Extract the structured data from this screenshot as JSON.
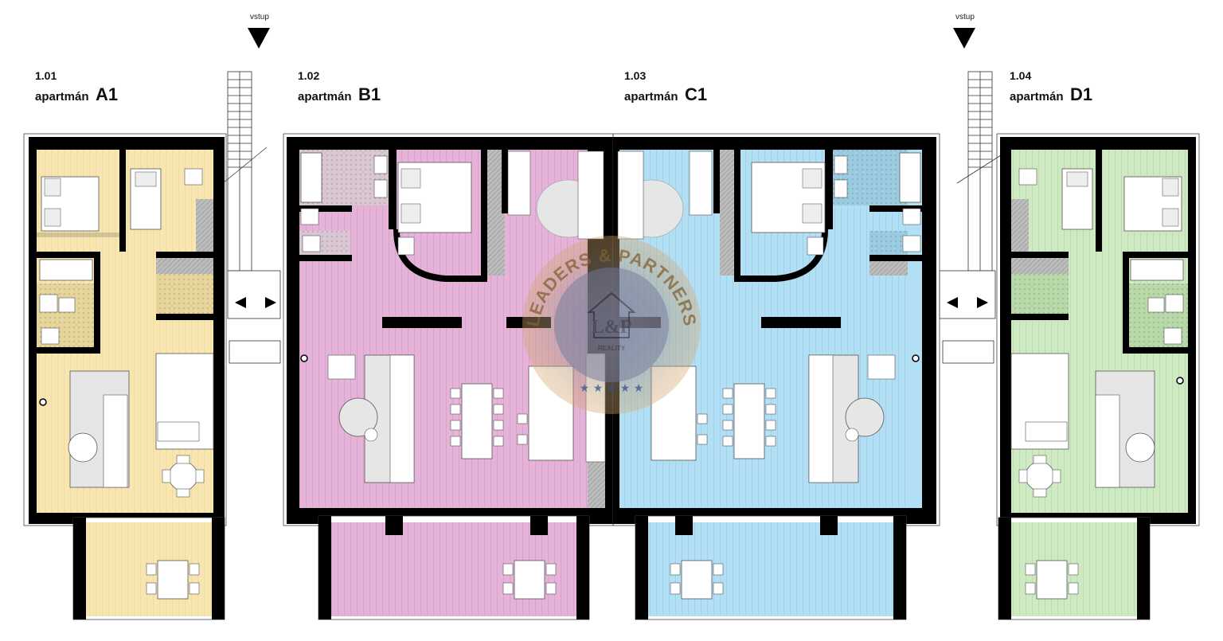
{
  "entrances": [
    {
      "label": "vstup"
    },
    {
      "label": "vstup"
    }
  ],
  "apartments": [
    {
      "number": "1.01",
      "type_word": "apartmán",
      "code": "A1",
      "fill": "#f8e6b2"
    },
    {
      "number": "1.02",
      "type_word": "apartmán",
      "code": "B1",
      "fill": "#e5b2d8"
    },
    {
      "number": "1.03",
      "type_word": "apartmán",
      "code": "C1",
      "fill": "#b3dff5"
    },
    {
      "number": "1.04",
      "type_word": "apartmán",
      "code": "D1",
      "fill": "#cfe9c3"
    }
  ],
  "colors": {
    "wall": "#000000",
    "terrace_outline": "#333333",
    "furniture": "#ffffff",
    "bathroom_tile": "#c9b9c6"
  },
  "watermark": {
    "text": "LEADERS & PARTNERS",
    "monogram": "L&P",
    "subtext": "REALITY"
  }
}
